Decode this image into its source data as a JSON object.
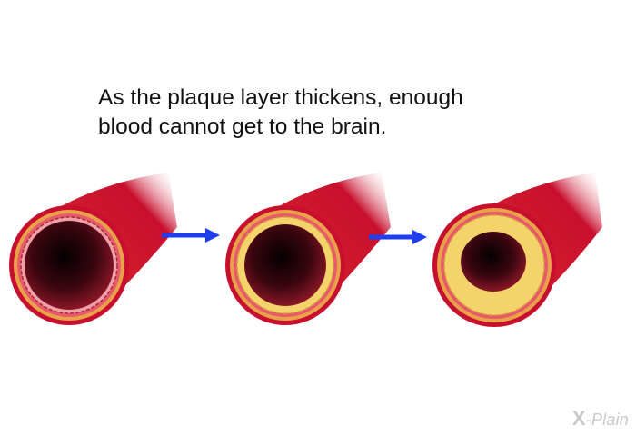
{
  "caption": {
    "line1": "As the plaque layer thickens, enough",
    "line2": "blood cannot get to the brain."
  },
  "stages": [
    {
      "name": "normal-artery",
      "plaque_level": 0.0
    },
    {
      "name": "thin-plaque-artery",
      "plaque_level": 0.35
    },
    {
      "name": "thick-plaque-artery",
      "plaque_level": 0.75
    }
  ],
  "colors": {
    "artery_red": "#c8102e",
    "artery_dark": "#7a0a14",
    "lumen_dark": "#2a0408",
    "plaque_yellow": "#f5d36b",
    "wall_orange": "#e8a24a",
    "wall_pink": "#e85a6a",
    "arrow_blue": "#1e3ef0"
  },
  "watermark": {
    "text": "X-Plain",
    "logo_char": "X",
    "rest": "-Plain"
  }
}
